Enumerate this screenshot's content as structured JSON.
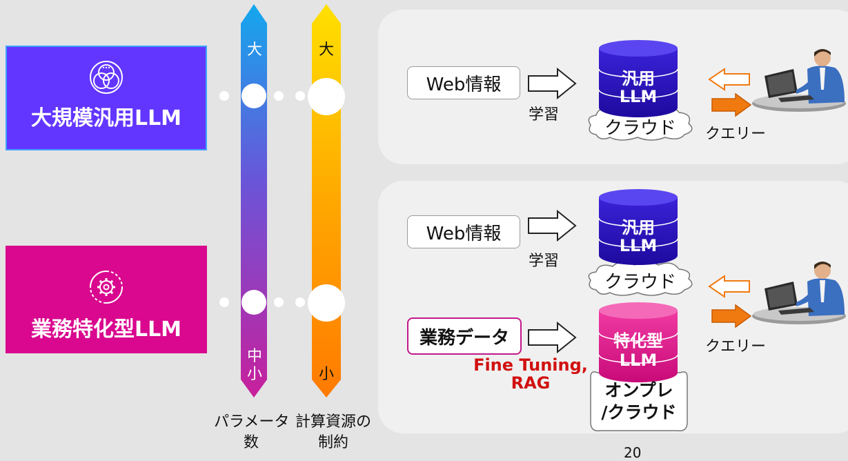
{
  "categories": {
    "general": {
      "label": "大規模汎用LLM",
      "icon": "venn-circles-icon",
      "color": "#6236ff"
    },
    "specific": {
      "label": "業務特化型LLM",
      "icon": "gear-cycle-icon",
      "color": "#d9088e"
    }
  },
  "scales": {
    "parameters": {
      "top": "大",
      "bottom_1": "中",
      "bottom_2": "小",
      "label_1": "パラメータ",
      "label_2": "数"
    },
    "compute": {
      "top": "大",
      "bottom": "小",
      "label_1": "計算資源の",
      "label_2": "制約"
    }
  },
  "panel_top": {
    "source": "Web情報",
    "learn": "学習",
    "db_line1": "汎用",
    "db_line2": "LLM",
    "host": "クラウド",
    "query": "クエリー",
    "user": "user-at-computer-icon"
  },
  "panel_bottom": {
    "source": "Web情報",
    "learn": "学習",
    "db_line1": "汎用",
    "db_line2": "LLM",
    "host": "クラウド",
    "biz_source": "業務データ",
    "method_1": "Fine Tuning,",
    "method_2": "RAG",
    "spec_line1": "特化型",
    "spec_line2": "LLM",
    "spec_host_1": "オンプレ",
    "spec_host_2": "/クラウド",
    "query": "クエリー",
    "user": "user-at-computer-icon"
  },
  "page_number": "20",
  "colors": {
    "general": "#6236ff",
    "specific": "#d9088e",
    "db_general": "#2e10c8",
    "db_specific": "#e01a8c",
    "arrow_orange": "#f07a10",
    "method_red": "#d11010"
  }
}
